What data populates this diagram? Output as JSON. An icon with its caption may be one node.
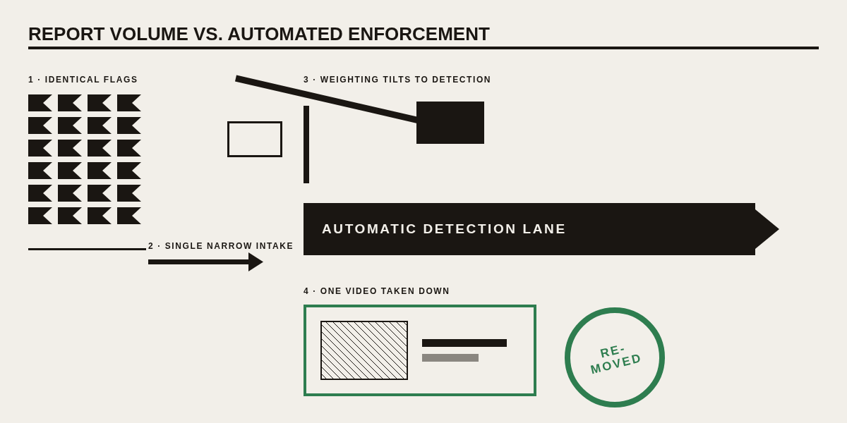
{
  "diagram": {
    "title": "REPORT VOLUME VS. AUTOMATED ENFORCEMENT",
    "nodes": [
      {
        "text": [
          "AUTOMATIC DETECTION LANE"
        ]
      },
      {
        "text": [
          "RE- MOVED"
        ]
      }
    ],
    "labels": [
      "1 · IDENTICAL FLAGS",
      "2 · SINGLE NARROW INTAKE",
      "3 · WEIGHTING TILTS TO DETECTION",
      "4 · ONE VIDEO TAKEN DOWN"
    ]
  }
}
